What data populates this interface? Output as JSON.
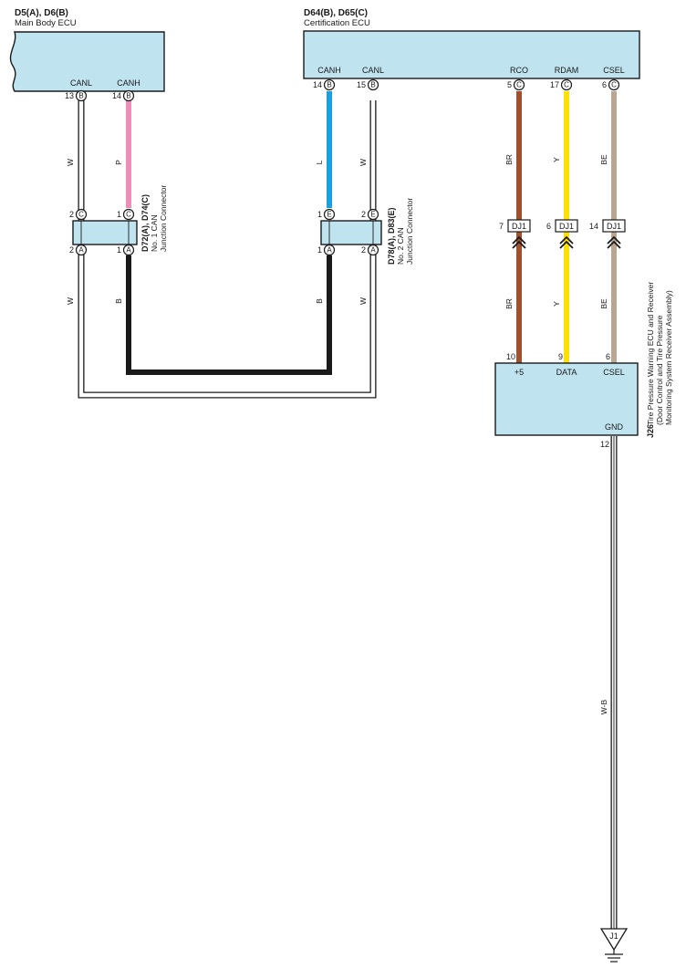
{
  "colors": {
    "component_fill": "#bfe3ef",
    "pink": "#f08cb8",
    "blue": "#1aa0e0",
    "brown": "#a0502c",
    "yellow": "#ffe000",
    "beige": "#b9a792",
    "black": "#1a1a1a",
    "white": "#ffffff"
  },
  "main_body_ecu": {
    "code": "D5(A), D6(B)",
    "name": "Main Body ECU",
    "pins": [
      {
        "num": "13",
        "conn": "B",
        "signal": "CANL"
      },
      {
        "num": "14",
        "conn": "B",
        "signal": "CANH"
      }
    ]
  },
  "certification_ecu": {
    "code": "D64(B), D65(C)",
    "name": "Certification ECU",
    "pins": [
      {
        "num": "14",
        "conn": "B",
        "signal": "CANH"
      },
      {
        "num": "15",
        "conn": "B",
        "signal": "CANL"
      },
      {
        "num": "5",
        "conn": "C",
        "signal": "RCO"
      },
      {
        "num": "17",
        "conn": "C",
        "signal": "RDAM"
      },
      {
        "num": "6",
        "conn": "C",
        "signal": "CSEL"
      }
    ]
  },
  "jc1": {
    "code": "D72(A), D74(C)",
    "line1": "No. 1 CAN",
    "line2": "Junction Connector",
    "top_pins": [
      {
        "num": "2",
        "conn": "C"
      },
      {
        "num": "1",
        "conn": "C"
      }
    ],
    "bottom_pins": [
      {
        "num": "2",
        "conn": "A"
      },
      {
        "num": "1",
        "conn": "A"
      }
    ]
  },
  "jc2": {
    "code": "D78(A), D83(E)",
    "line1": "No. 2 CAN",
    "line2": "Junction Connector",
    "top_pins": [
      {
        "num": "1",
        "conn": "E"
      },
      {
        "num": "2",
        "conn": "E"
      }
    ],
    "bottom_pins": [
      {
        "num": "1",
        "conn": "A"
      },
      {
        "num": "2",
        "conn": "A"
      }
    ]
  },
  "wire_colors": {
    "canl_left": "W",
    "canh_left": "P",
    "canh_right": "L",
    "canl_right": "W",
    "jc1_lower_w": "W",
    "jc1_lower_b": "B",
    "jc2_lower_b": "B",
    "jc2_lower_w": "W",
    "rco_upper": "BR",
    "rdam_upper": "Y",
    "csel_upper": "BE",
    "rco_lower": "BR",
    "rdam_lower": "Y",
    "csel_lower": "BE",
    "gnd": "W-B"
  },
  "inline_connectors": [
    {
      "num": "7",
      "label": "DJ1"
    },
    {
      "num": "6",
      "label": "DJ1"
    },
    {
      "num": "14",
      "label": "DJ1"
    }
  ],
  "tpms": {
    "code": "J26",
    "line1": "Tire Pressure Warning ECU and Receiver",
    "line2": "(Door Control and Tire Pressure",
    "line3": "Monitoring System Receiver Assembly)",
    "pins": [
      {
        "num": "10",
        "signal": "+5"
      },
      {
        "num": "9",
        "signal": "DATA"
      },
      {
        "num": "6",
        "signal": "CSEL"
      },
      {
        "num": "12",
        "signal": "GND"
      }
    ]
  },
  "ground": {
    "label": "J1"
  }
}
